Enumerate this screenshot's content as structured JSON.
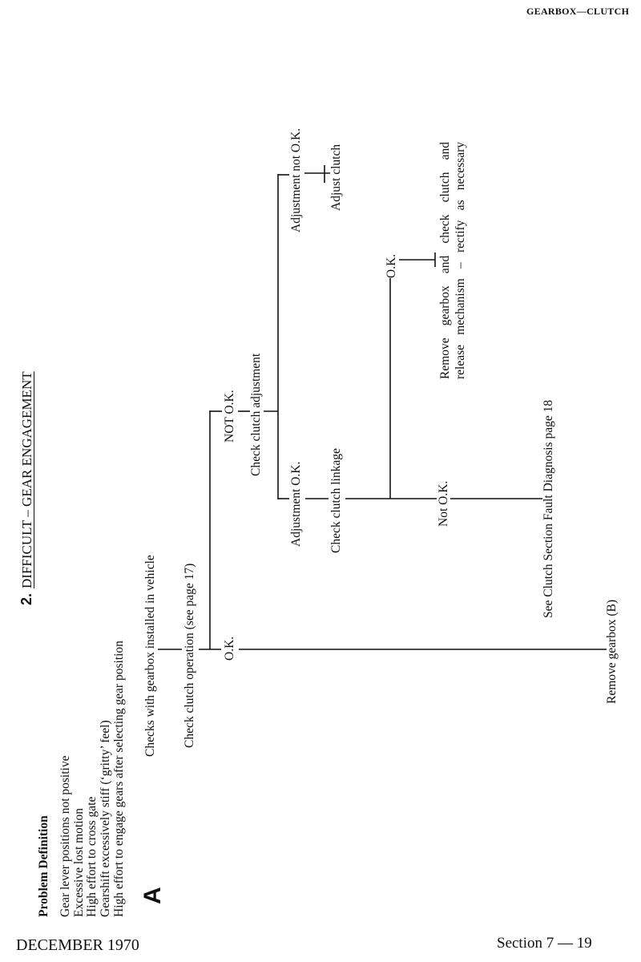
{
  "header": {
    "section_title": "GEARBOX—CLUTCH"
  },
  "footer": {
    "date": "DECEMBER 1970",
    "page": "Section 7 — 19"
  },
  "title": {
    "number": "2.",
    "text": "DIFFICULT – GEAR ENGAGEMENT"
  },
  "problem_definition": {
    "heading": "Problem Definition",
    "items": [
      "Gear lever positions not positive",
      "Excessive lost motion",
      "High effort to cross gate",
      "Gearshift excessively stiff (‘gritty’ feel)",
      "High effort to engage gears after selecting gear position"
    ]
  },
  "marker": "A",
  "flowchart": {
    "start": "Checks with gearbox installed in vehicle",
    "check_clutch_operation": "Check clutch operation (see page 17)",
    "ok_1": "O.K.",
    "remove_gearbox_b": "Remove gearbox (B)",
    "not_ok_1": "NOT O.K.",
    "check_clutch_adjustment": "Check clutch adjustment",
    "adjustment_not_ok": "Adjustment not O.K.",
    "adjust_clutch": "Adjust clutch",
    "adjustment_ok": "Adjustment O.K.",
    "check_clutch_linkage": "Check clutch linkage",
    "ok_2": "O.K.",
    "remove_check_line1": "Remove gearbox and check clutch and",
    "remove_check_line2": "release mechanism – rectify as necessary",
    "not_ok_2": "Not O.K.",
    "see_fault_diagnosis": "See Clutch Section Fault Diagnosis page 18"
  }
}
